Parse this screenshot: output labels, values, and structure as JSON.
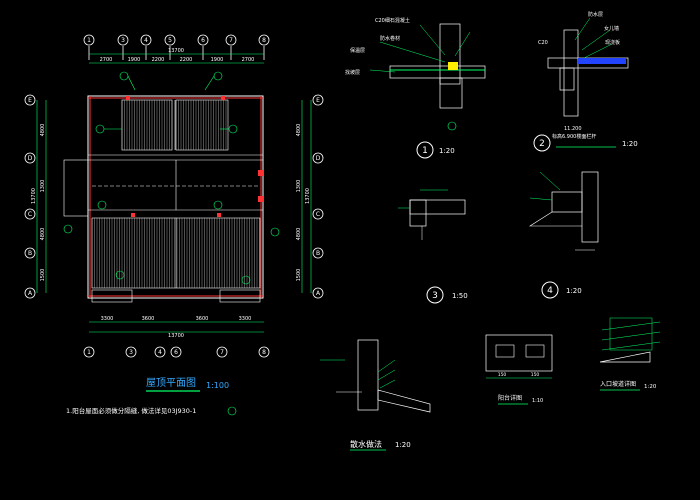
{
  "plan": {
    "title": "屋顶平面图",
    "scale": "1:100",
    "note": "1.阳台屋面必须做分隔缝, 做法详见03J930-1",
    "axes_top": [
      "1",
      "3",
      "4",
      "5",
      "6",
      "7",
      "8"
    ],
    "axes_bottom": [
      "1",
      "3",
      "4",
      "6",
      "7",
      "8"
    ],
    "axes_left": [
      "E",
      "D",
      "C",
      "B",
      "A"
    ],
    "axes_right": [
      "E",
      "D",
      "C",
      "B",
      "A"
    ],
    "dim_top_total": "13700",
    "dim_top": [
      "2700",
      "1900",
      "2200",
      "2200",
      "1900",
      "2700"
    ],
    "dim_bottom": [
      "3300",
      "3600",
      "3600",
      "3300"
    ],
    "dim_bottom_total": "13700",
    "dim_left": [
      "4800",
      "1300",
      "4800",
      "1500"
    ],
    "dim_left_total": "13700",
    "dim_right": [
      "4800",
      "1300",
      "4800",
      "1500"
    ],
    "dim_right_total": "13700"
  },
  "detail1": {
    "num": "1",
    "scale": "1:20",
    "labels": [
      "C20细石混凝土",
      "防水卷材",
      "保温层",
      "找坡层"
    ]
  },
  "detail2": {
    "num": "2",
    "scale": "1:20",
    "label_top": "C20",
    "note1": "11.200",
    "note2": "标高6.900楼面栏杆",
    "labels": [
      "防水层",
      "女儿墙",
      "现浇板"
    ]
  },
  "detail3": {
    "num": "3",
    "scale": "1:50"
  },
  "detail4": {
    "num": "4",
    "scale": "1:20"
  },
  "balcony": {
    "title": "阳台详图",
    "scale": "1:10",
    "dims": [
      "150",
      "150"
    ]
  },
  "entrance": {
    "title": "入口坡道详图",
    "scale": "1:20"
  },
  "apron": {
    "title": "散水做法",
    "scale": "1:20"
  }
}
